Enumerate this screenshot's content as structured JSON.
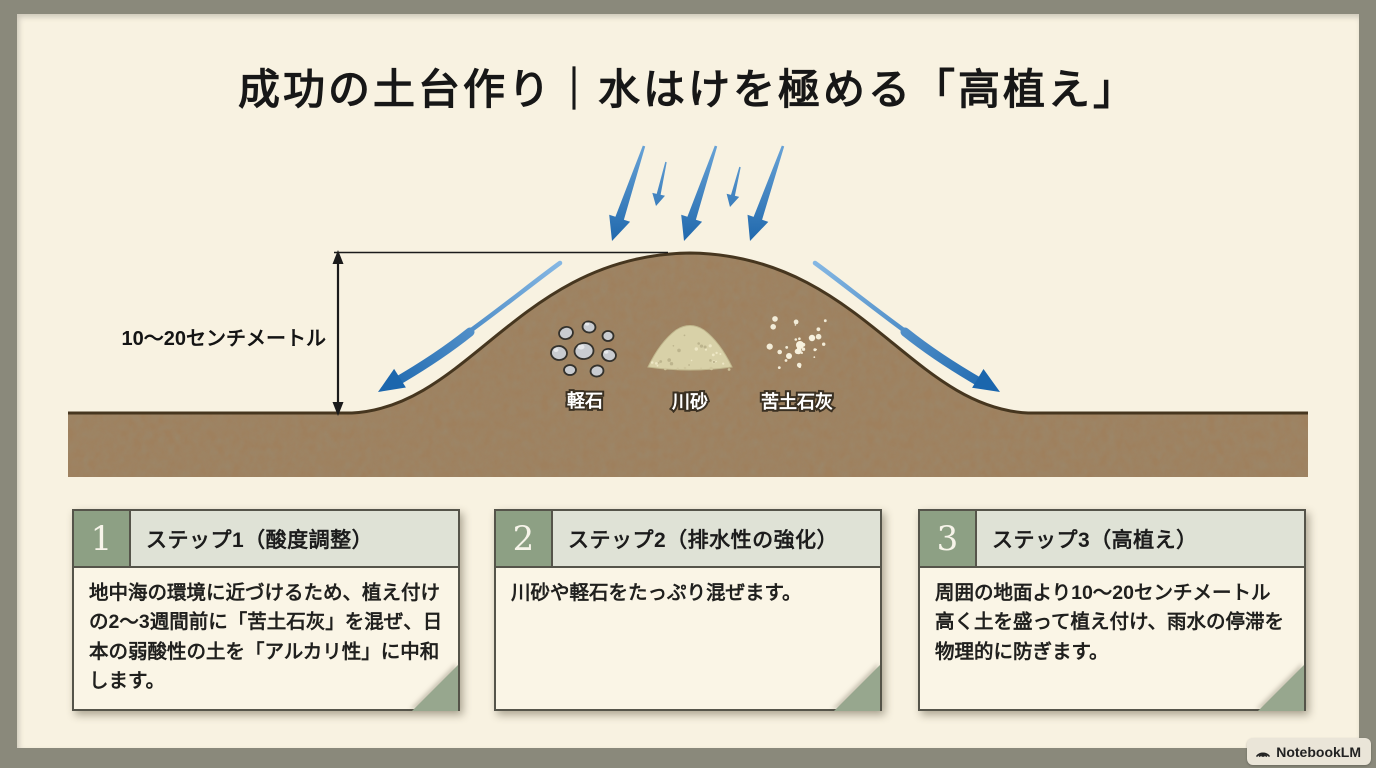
{
  "page": {
    "title": "成功の土台作り｜水はけを極める「高植え」",
    "brand_badge": {
      "label": "NotebookLM",
      "icon": "notebooklm-logo-icon"
    }
  },
  "diagram": {
    "measurement_label": "10〜20センチメートル",
    "materials": [
      {
        "name": "pumice",
        "label": "軽石"
      },
      {
        "name": "river-sand",
        "label": "川砂"
      },
      {
        "name": "magnesium-lime",
        "label": "苦土石灰"
      }
    ],
    "rain_arrows_count": 5,
    "runoff_arrows_count": 2
  },
  "steps": [
    {
      "number": "1",
      "title": "ステップ1（酸度調整）",
      "body": "地中海の環境に近づけるため、植え付けの2〜3週間前に「苦土石灰」を混ぜ、日本の弱酸性の土を「アルカリ性」に中和します。"
    },
    {
      "number": "2",
      "title": "ステップ2（排水性の強化）",
      "body": "川砂や軽石をたっぷり混ぜます。"
    },
    {
      "number": "3",
      "title": "ステップ3（高植え）",
      "body": "周囲の地面より10〜20センチメートル高く土を盛って植え付け、雨水の停滞を物理的に防ぎます。"
    }
  ],
  "colors": {
    "frame": "#8a897b",
    "canvas": "#f8f2e1",
    "soil": "#9f805d",
    "soil_outline": "#46361f",
    "arrow_blue_light": "#7fb3e0",
    "arrow_blue_dark": "#1b66ad",
    "card_header": "#dfe2d6",
    "card_number_bg": "#8da084",
    "card_fold": "#97a78e",
    "card_border": "#55544a"
  }
}
